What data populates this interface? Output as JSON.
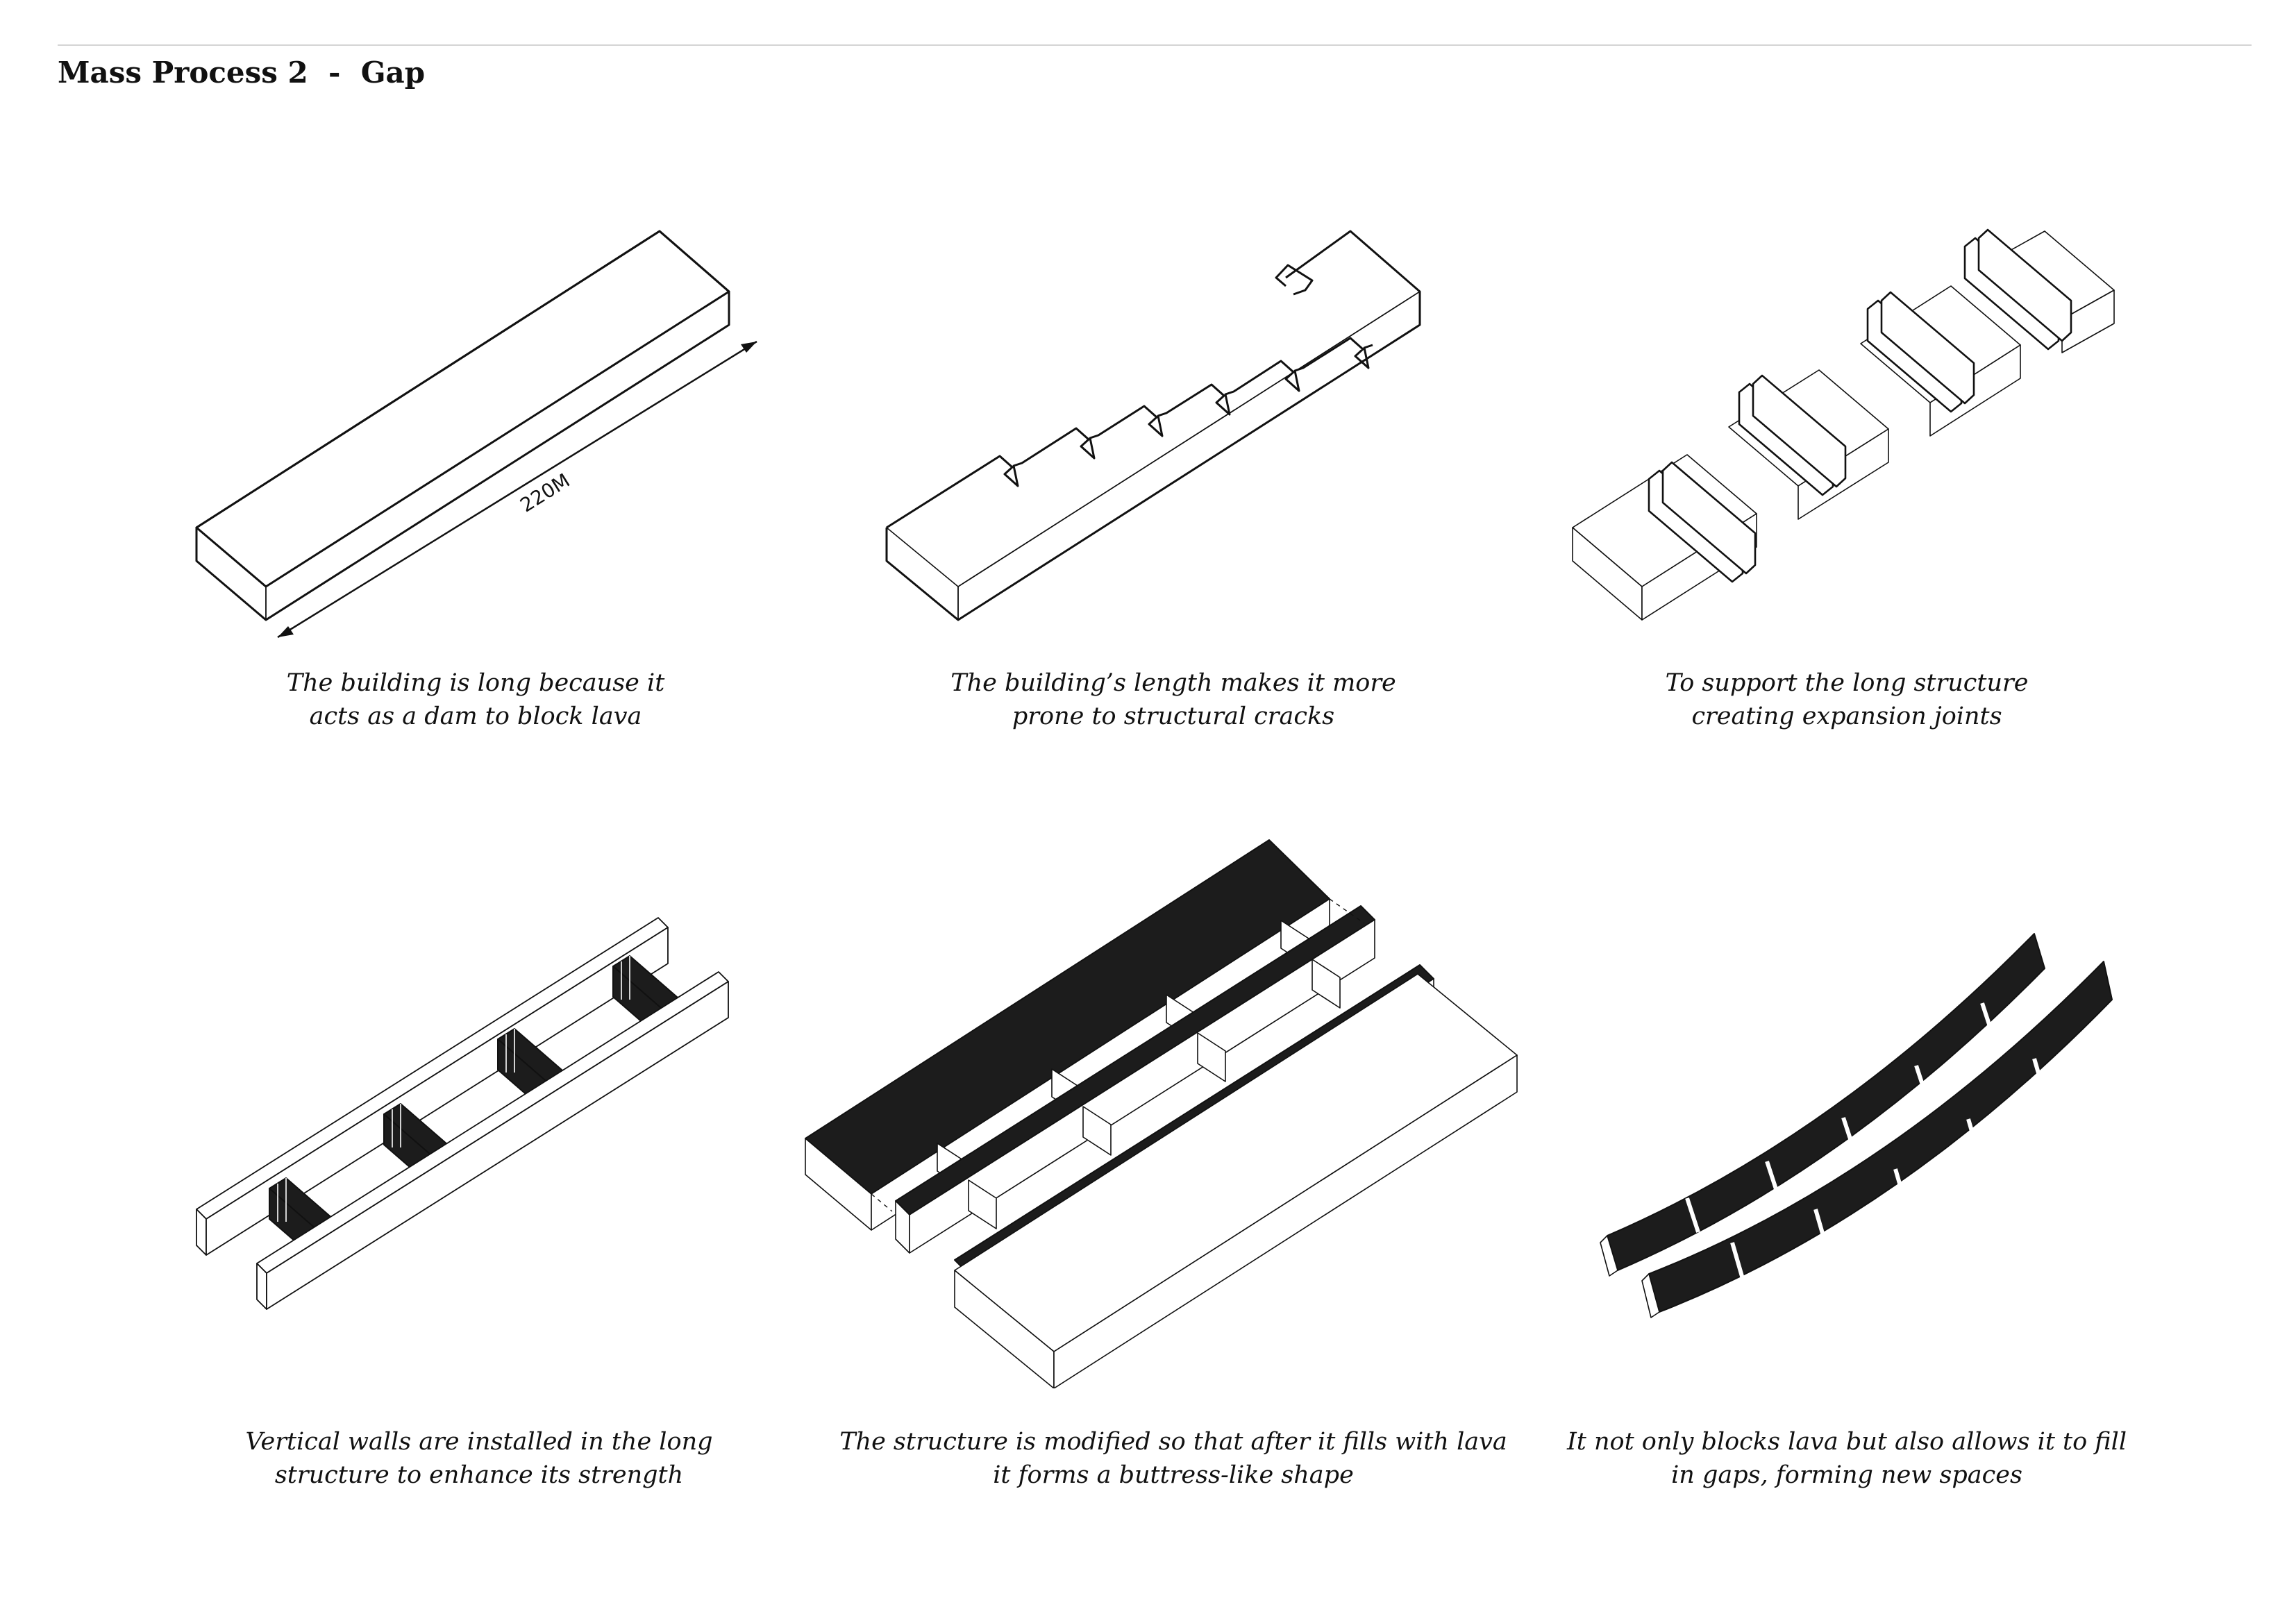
{
  "header": {
    "title": "Mass Process 2  -  Gap"
  },
  "colors": {
    "ink": "#111111",
    "fill": "#1c1c1c",
    "rule": "#d4d4d4",
    "paper": "#ffffff"
  },
  "steps": [
    {
      "icon": "long-box-with-dimension-icon",
      "dimension_label": "220M",
      "caption": [
        "The building is long because it",
        "acts as a dam to block lava"
      ]
    },
    {
      "icon": "cracked-long-box-icon",
      "caption": [
        "The building’s length makes it more",
        "prone to structural cracks"
      ]
    },
    {
      "icon": "expansion-joints-icon",
      "caption": [
        "To support the long structure",
        "creating expansion joints"
      ]
    },
    {
      "icon": "vertical-walls-icon",
      "caption": [
        "Vertical walls are installed in the long",
        "structure to enhance its strength"
      ]
    },
    {
      "icon": "buttress-structure-icon",
      "caption": [
        "The structure is modified so that after it fills with lava",
        "it forms a buttress-like shape"
      ]
    },
    {
      "icon": "curved-lava-walls-icon",
      "caption": [
        "It not only blocks lava but also allows it to fill",
        "in gaps, forming new spaces"
      ]
    }
  ]
}
